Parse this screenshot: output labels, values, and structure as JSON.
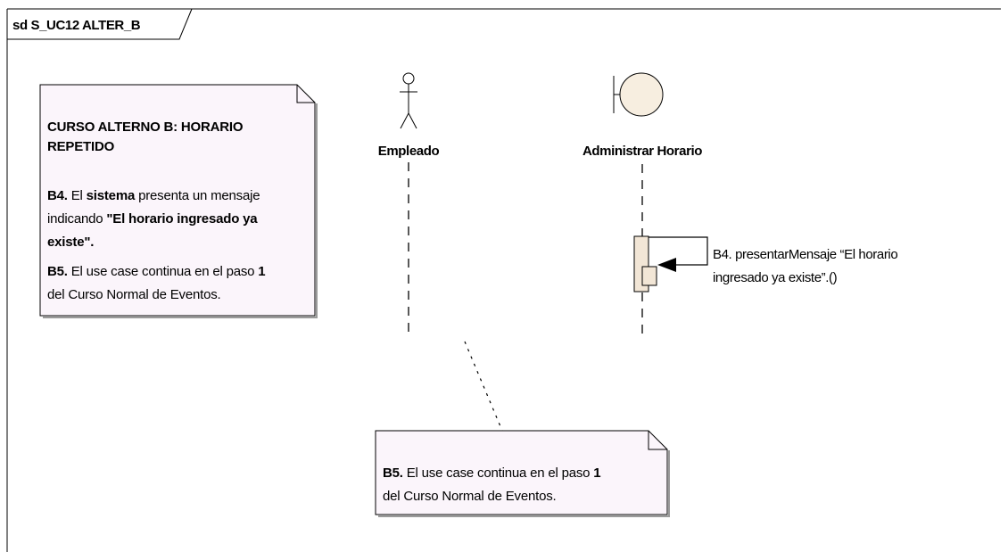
{
  "frame": {
    "title": "sd S_UC12  ALTER_B"
  },
  "note_main": {
    "title_line1": "CURSO ALTERNO B: HORARIO",
    "title_line2": "REPETIDO",
    "b4_tag": "B4.",
    "b4_text1": " El ",
    "b4_sistema": "sistema",
    "b4_text2": " presenta un mensaje",
    "b4_line2_text": "indicando ",
    "b4_quote_line2": "\"El horario ingresado ya",
    "b4_quote_line3": "existe\".",
    "b5_tag": "B5.",
    "b5_text1": "  El use case continua en el paso ",
    "b5_step": "1",
    "b5_line2": "del Curso Normal de Eventos."
  },
  "note_bottom": {
    "b5_tag": "B5.",
    "b5_text1": "  El use case continua en el paso ",
    "b5_step": "1",
    "b5_line2": "del Curso Normal de Eventos."
  },
  "actor": {
    "name": "Empleado",
    "icon": "stick-figure-actor-icon"
  },
  "boundary": {
    "name": "Administrar Horario",
    "icon": "boundary-icon"
  },
  "message": {
    "line1": "B4. presentarMensaje “El horario",
    "line2": "ingresado ya existe”.()"
  },
  "colors": {
    "note_fill": "#fbf5fb",
    "boundary_fill": "#f7eee0",
    "activation_fill": "#f2e6d6",
    "line": "#000000"
  }
}
